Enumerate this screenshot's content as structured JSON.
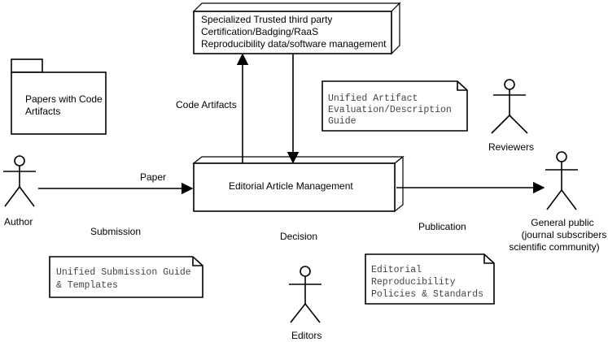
{
  "nodes": {
    "third_party": [
      "Specialized Trusted third party",
      "Certification/Badging/RaaS",
      "Reproducibility data/software management"
    ],
    "papers_with_code": [
      "Papers with Code",
      "Artifacts"
    ],
    "editorial_mgmt": "Editorial Article Management"
  },
  "actors": {
    "author": "Author",
    "reviewers": "Reviewers",
    "editors": "Editors",
    "general_public": [
      "General public",
      "(journal subscribers",
      "scientific community)"
    ]
  },
  "notes": {
    "artifact_guide": [
      "Unified Artifact",
      "Evaluation/Description",
      "Guide"
    ],
    "submission_guide": [
      "Unified Submission Guide",
      "& Templates"
    ],
    "policies": [
      "Editorial",
      "Reproducibility",
      "Policies & Standards"
    ]
  },
  "edge_labels": {
    "code_artifacts": "Code Artifacts",
    "paper": "Paper",
    "submission": "Submission",
    "decision": "Decision",
    "publication": "Publication"
  }
}
